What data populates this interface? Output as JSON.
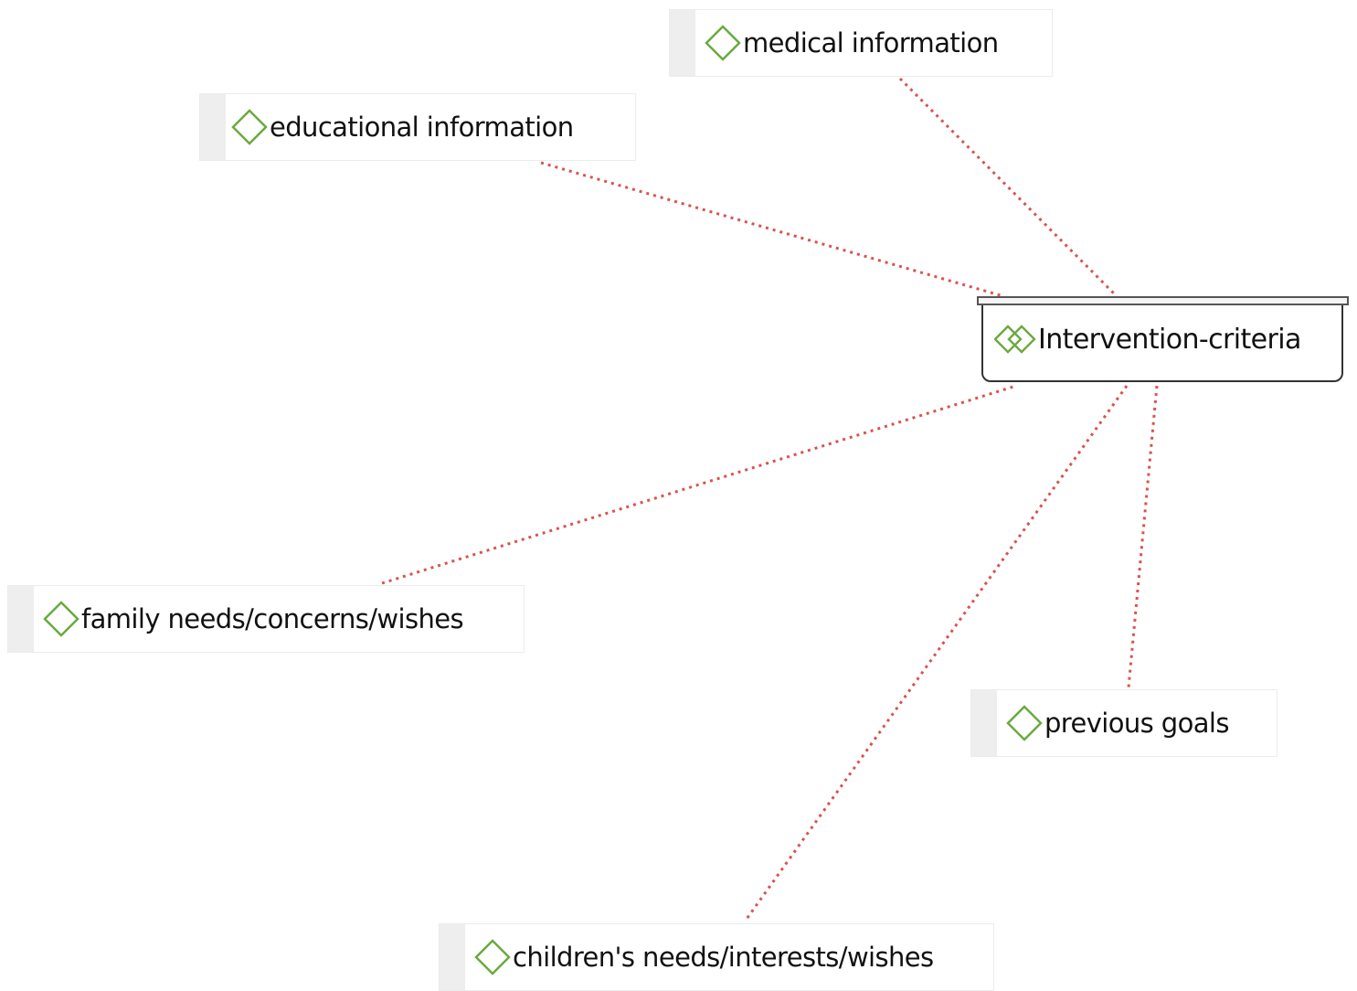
{
  "diagram": {
    "hub": {
      "label": "Intervention-criteria",
      "icon": "double-diamond-icon"
    },
    "codes": [
      {
        "id": "medical",
        "label": "medical information",
        "icon": "diamond-icon"
      },
      {
        "id": "educational",
        "label": "educational information",
        "icon": "diamond-icon"
      },
      {
        "id": "family",
        "label": "family needs/concerns/wishes",
        "icon": "diamond-icon"
      },
      {
        "id": "previous",
        "label": "previous goals",
        "icon": "diamond-icon"
      },
      {
        "id": "children",
        "label": "children's needs/interests/wishes",
        "icon": "diamond-icon"
      }
    ],
    "colors": {
      "link": "#d9534f",
      "icon": "#6aaa3e",
      "hub_border": "#333333"
    }
  }
}
